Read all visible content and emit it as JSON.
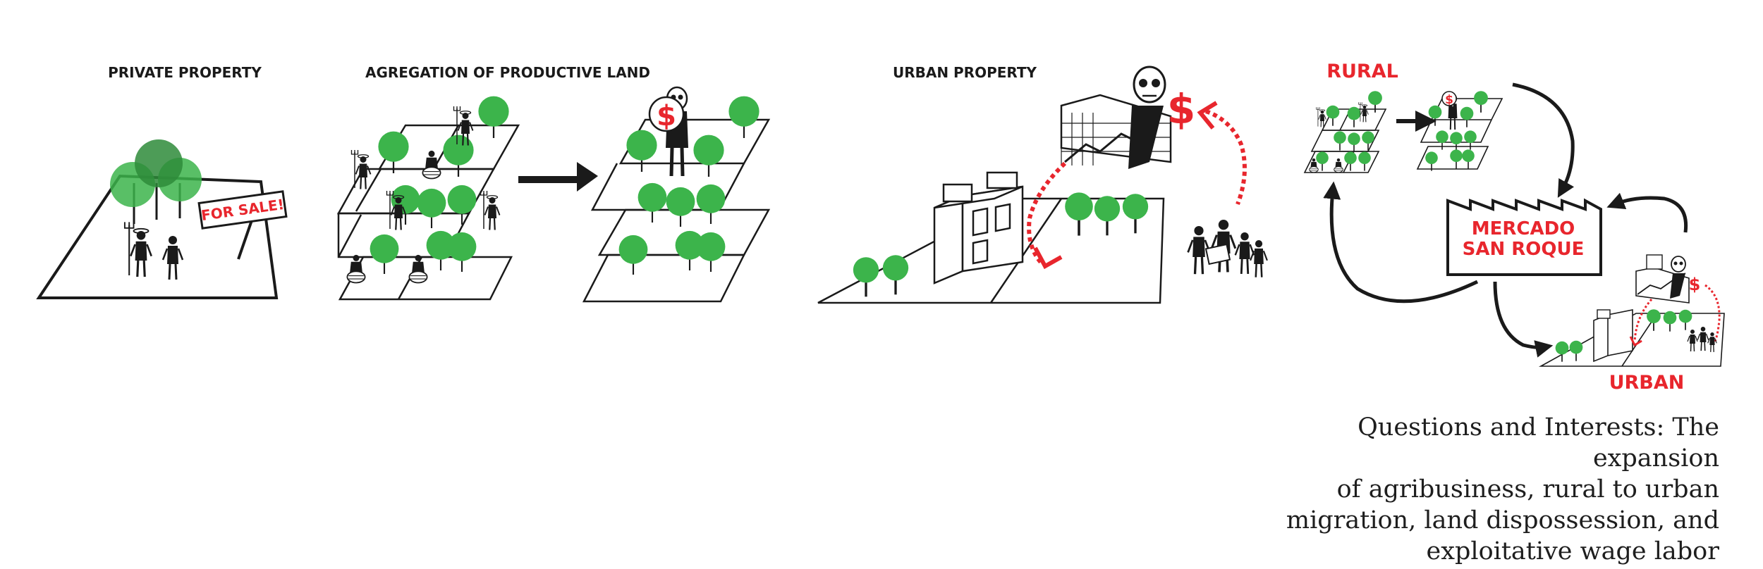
{
  "panels": {
    "private": {
      "title": "PRIVATE PROPERTY",
      "sign": "FOR SALE!"
    },
    "aggregation": {
      "title": "AGREGATION OF PRODUCTIVE LAND",
      "money_symbol": "$"
    },
    "urban": {
      "title": "URBAN PROPERTY",
      "money_symbol": "$"
    },
    "cycle": {
      "rural_label": "RURAL",
      "market_label_line1": "MERCADO",
      "market_label_line2": "SAN ROQUE",
      "urban_label": "URBAN",
      "money_symbol_rural": "$",
      "money_symbol_urban": "$"
    }
  },
  "caption": {
    "lines": [
      "Questions and Interests: The expansion",
      "of agribusiness, rural to urban",
      "migration, land dispossession, and",
      "exploitative wage labor"
    ]
  },
  "colors": {
    "green": "#3cb44b",
    "dark_green": "#2e8b3a",
    "red": "#e8262d",
    "black": "#1a1a1a"
  }
}
